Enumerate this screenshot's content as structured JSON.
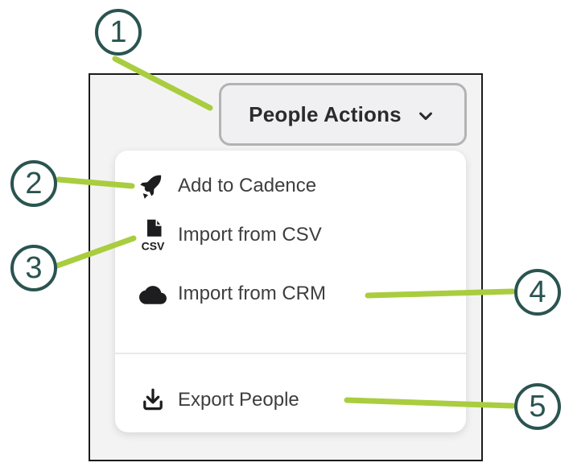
{
  "colors": {
    "callout_teal": "#2a5450",
    "connector_green": "#a9cd3f",
    "icon_black": "#1d1d1f"
  },
  "dropdown": {
    "button_label": "People Actions",
    "chevron_icon": "chevron-down-icon"
  },
  "menu": {
    "items": [
      {
        "label": "Add to Cadence",
        "icon": "rocket-icon"
      },
      {
        "label": "Import from CSV",
        "icon": "csv-file-icon"
      },
      {
        "label": "Import from CRM",
        "icon": "cloud-icon"
      },
      {
        "label": "Export People",
        "icon": "download-icon"
      }
    ],
    "csv_icon_text": "CSV"
  },
  "callouts": [
    {
      "number": "1",
      "target": "people-actions-button"
    },
    {
      "number": "2",
      "target": "add-to-cadence"
    },
    {
      "number": "3",
      "target": "import-from-csv"
    },
    {
      "number": "4",
      "target": "import-from-crm"
    },
    {
      "number": "5",
      "target": "export-people"
    }
  ]
}
